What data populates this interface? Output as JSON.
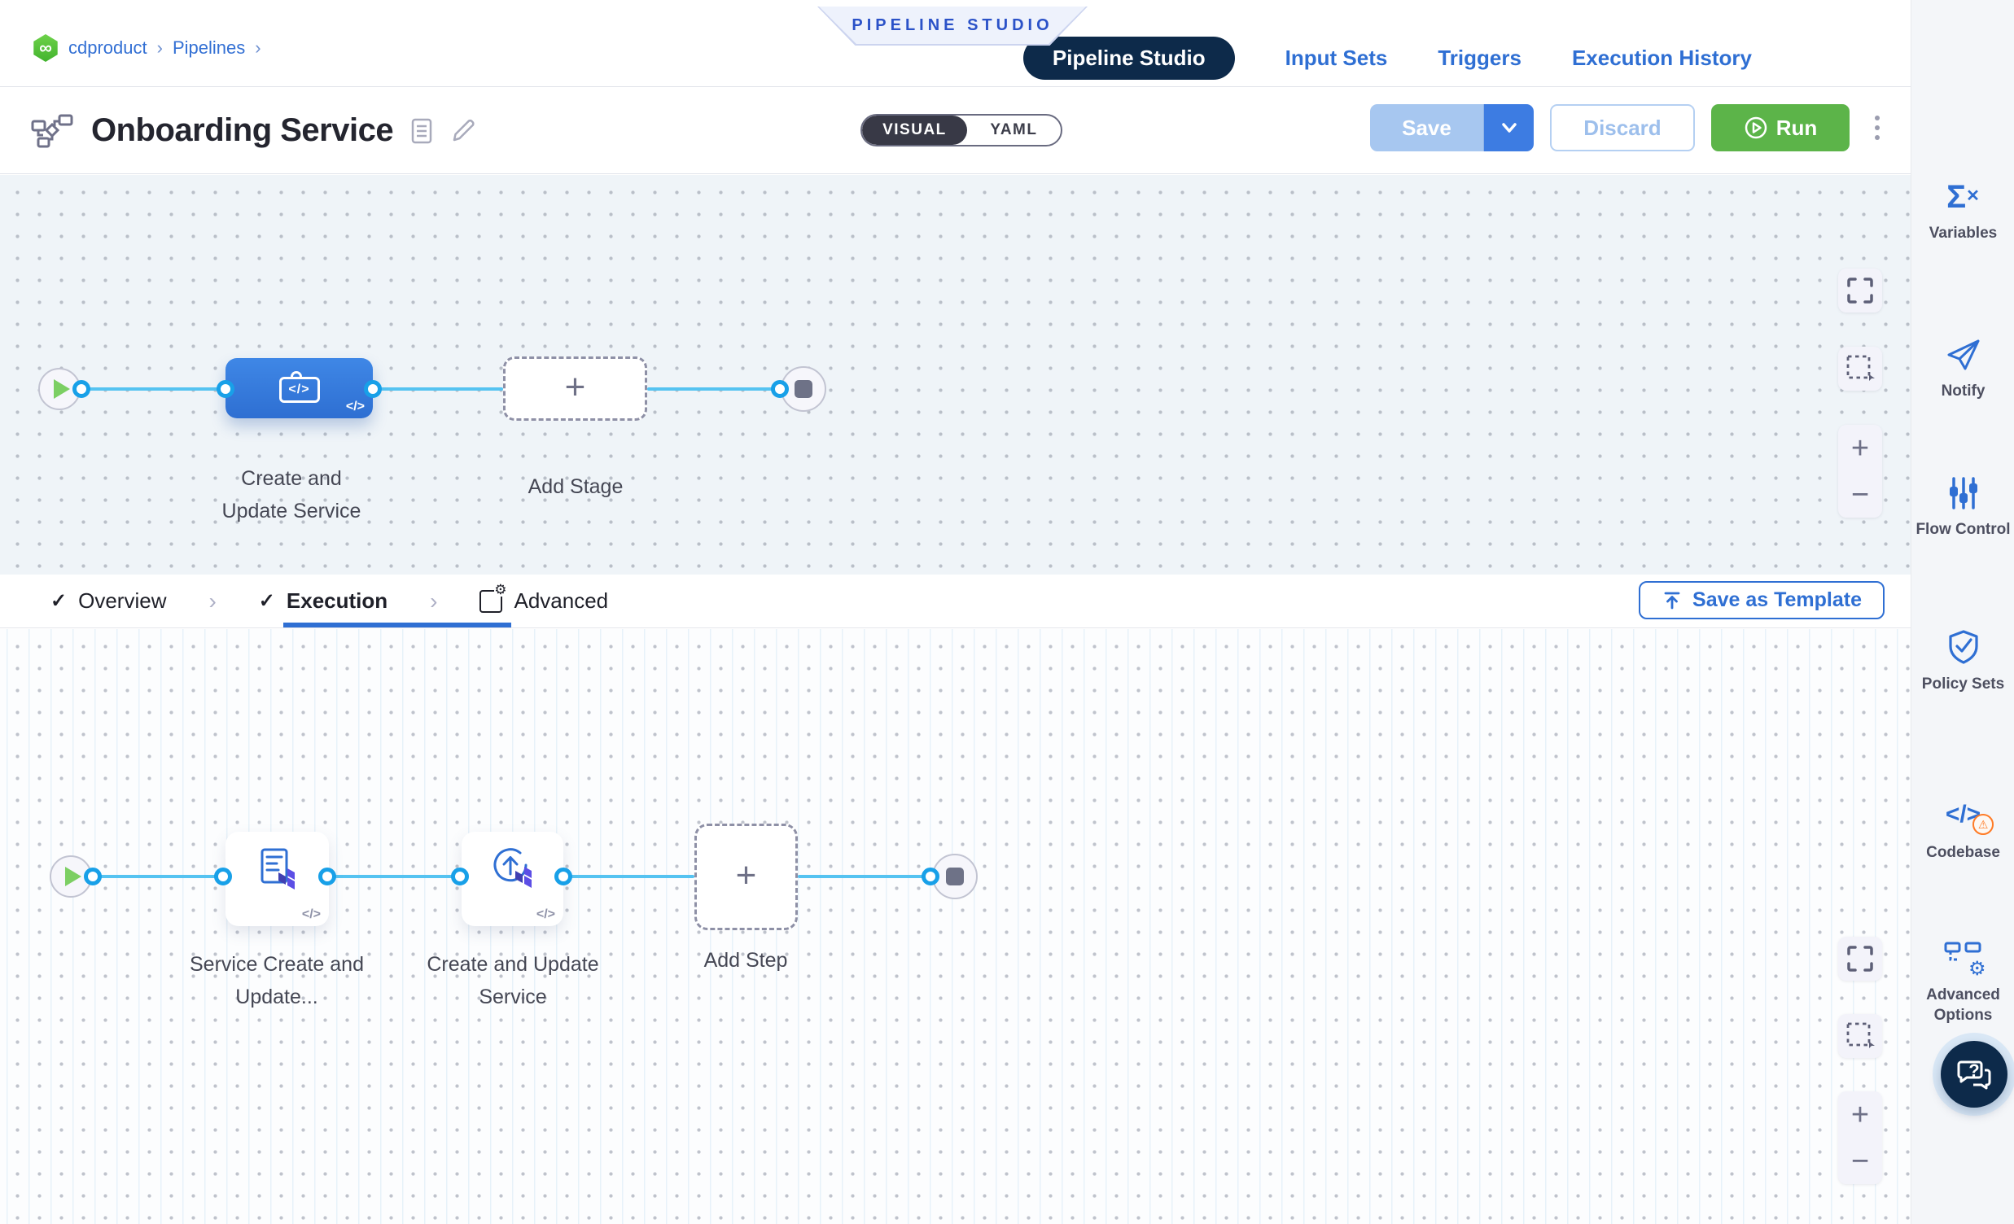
{
  "colors": {
    "accent_blue": "#2f6fd3",
    "navy": "#0d2a4a",
    "run_green": "#5cb449",
    "connector_blue": "#55c3f1",
    "node_blue": "#3379dd",
    "toggle_dark": "#383946",
    "warning_orange": "#ff7b26",
    "logo_green": "#5fc93e"
  },
  "glyphs": {
    "check": "✓",
    "separator": "›",
    "plus": "+",
    "minus": "−",
    "sigma": "Σ",
    "cross": "✕",
    "code": "</>",
    "infinity": "∞",
    "gear": "⚙",
    "question": "?",
    "warning": "⚠"
  },
  "header": {
    "breadcrumb": {
      "items": [
        {
          "label": "cdproduct"
        },
        {
          "label": "Pipelines"
        }
      ]
    },
    "banner": "PIPELINE STUDIO",
    "nav": [
      {
        "label": "Pipeline Studio"
      },
      {
        "label": "Input Sets"
      },
      {
        "label": "Triggers"
      },
      {
        "label": "Execution History"
      }
    ]
  },
  "toolbar": {
    "title": "Onboarding Service",
    "mode_toggle": {
      "selected": "VISUAL",
      "options": [
        {
          "label": "VISUAL"
        },
        {
          "label": "YAML"
        }
      ]
    },
    "save_label": "Save",
    "discard_label": "Discard",
    "run_label": "Run"
  },
  "stage_canvas": {
    "stage_label": "Create and Update Service",
    "add_stage_label": "Add Stage"
  },
  "tab_bar": {
    "tabs": [
      {
        "label": "Overview"
      },
      {
        "label": "Execution"
      },
      {
        "label": "Advanced"
      }
    ],
    "active_tab": "Execution",
    "save_as_template_label": "Save as Template"
  },
  "step_canvas": {
    "steps": [
      {
        "label": "Service Create and Update..."
      },
      {
        "label": "Create and Update Service"
      }
    ],
    "add_step_label": "Add Step"
  },
  "sidebar": {
    "items": [
      {
        "label": "Variables"
      },
      {
        "label": "Notify"
      },
      {
        "label": "Flow Control"
      },
      {
        "label": "Policy Sets"
      },
      {
        "label": "Codebase"
      },
      {
        "label": "Advanced Options"
      }
    ]
  }
}
